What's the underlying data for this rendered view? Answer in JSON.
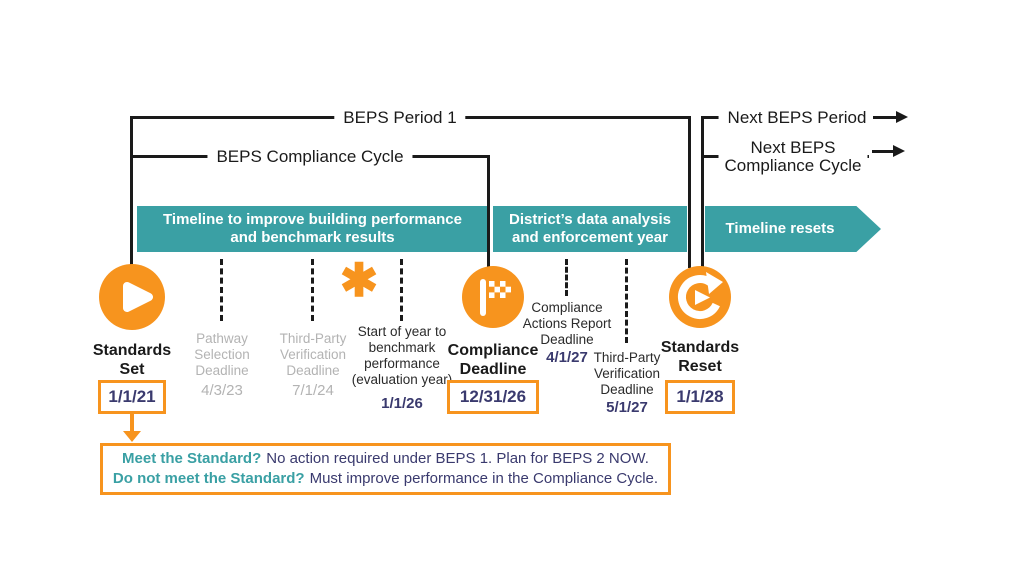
{
  "colors": {
    "orange": "#F7941E",
    "teal": "#3AA0A4",
    "navy": "#3A3A6E",
    "gray": "#B3B3B3",
    "line_black": "#1A1A1A"
  },
  "brackets": {
    "period1_label": "BEPS Period 1",
    "compliance_cycle_label": "BEPS Compliance Cycle",
    "next_period_label": "Next BEPS Period",
    "next_cycle_line1": "Next BEPS",
    "next_cycle_line2": "Compliance Cycle"
  },
  "banner": {
    "segment1": "Timeline to improve building performance and benchmark results",
    "segment2": "District’s data analysis and enforcement year",
    "segment3": "Timeline resets"
  },
  "timeline": {
    "asterisk_marker": "✱",
    "icons": {
      "standards_set": "play-icon",
      "compliance_deadline": "checkered-flag-icon",
      "standards_reset": "reset-icon"
    }
  },
  "milestones": {
    "standards_set": {
      "title": "Standards Set",
      "date": "1/1/21"
    },
    "pathway": {
      "label": "Pathway Selection Deadline",
      "date": "4/3/23"
    },
    "third_party_1": {
      "label": "Third-Party Verification Deadline",
      "date": "7/1/24"
    },
    "benchmark": {
      "label": "Start of year to benchmark performance (evaluation year)",
      "date": "1/1/26"
    },
    "compliance_deadline": {
      "title": "Compliance Deadline",
      "date": "12/31/26"
    },
    "actions_report": {
      "label": "Compliance Actions Report Deadline",
      "date": "4/1/27"
    },
    "third_party_2": {
      "label": "Third-Party Verification Deadline",
      "date": "5/1/27"
    },
    "standards_reset": {
      "title": "Standards Reset",
      "date": "1/1/28"
    }
  },
  "callout": {
    "line1_question": "Meet the Standard?",
    "line1_answer": "No action required under BEPS 1. Plan for BEPS 2 NOW.",
    "line2_question": "Do not meet the Standard?",
    "line2_answer": "Must improve performance in the Compliance Cycle."
  }
}
